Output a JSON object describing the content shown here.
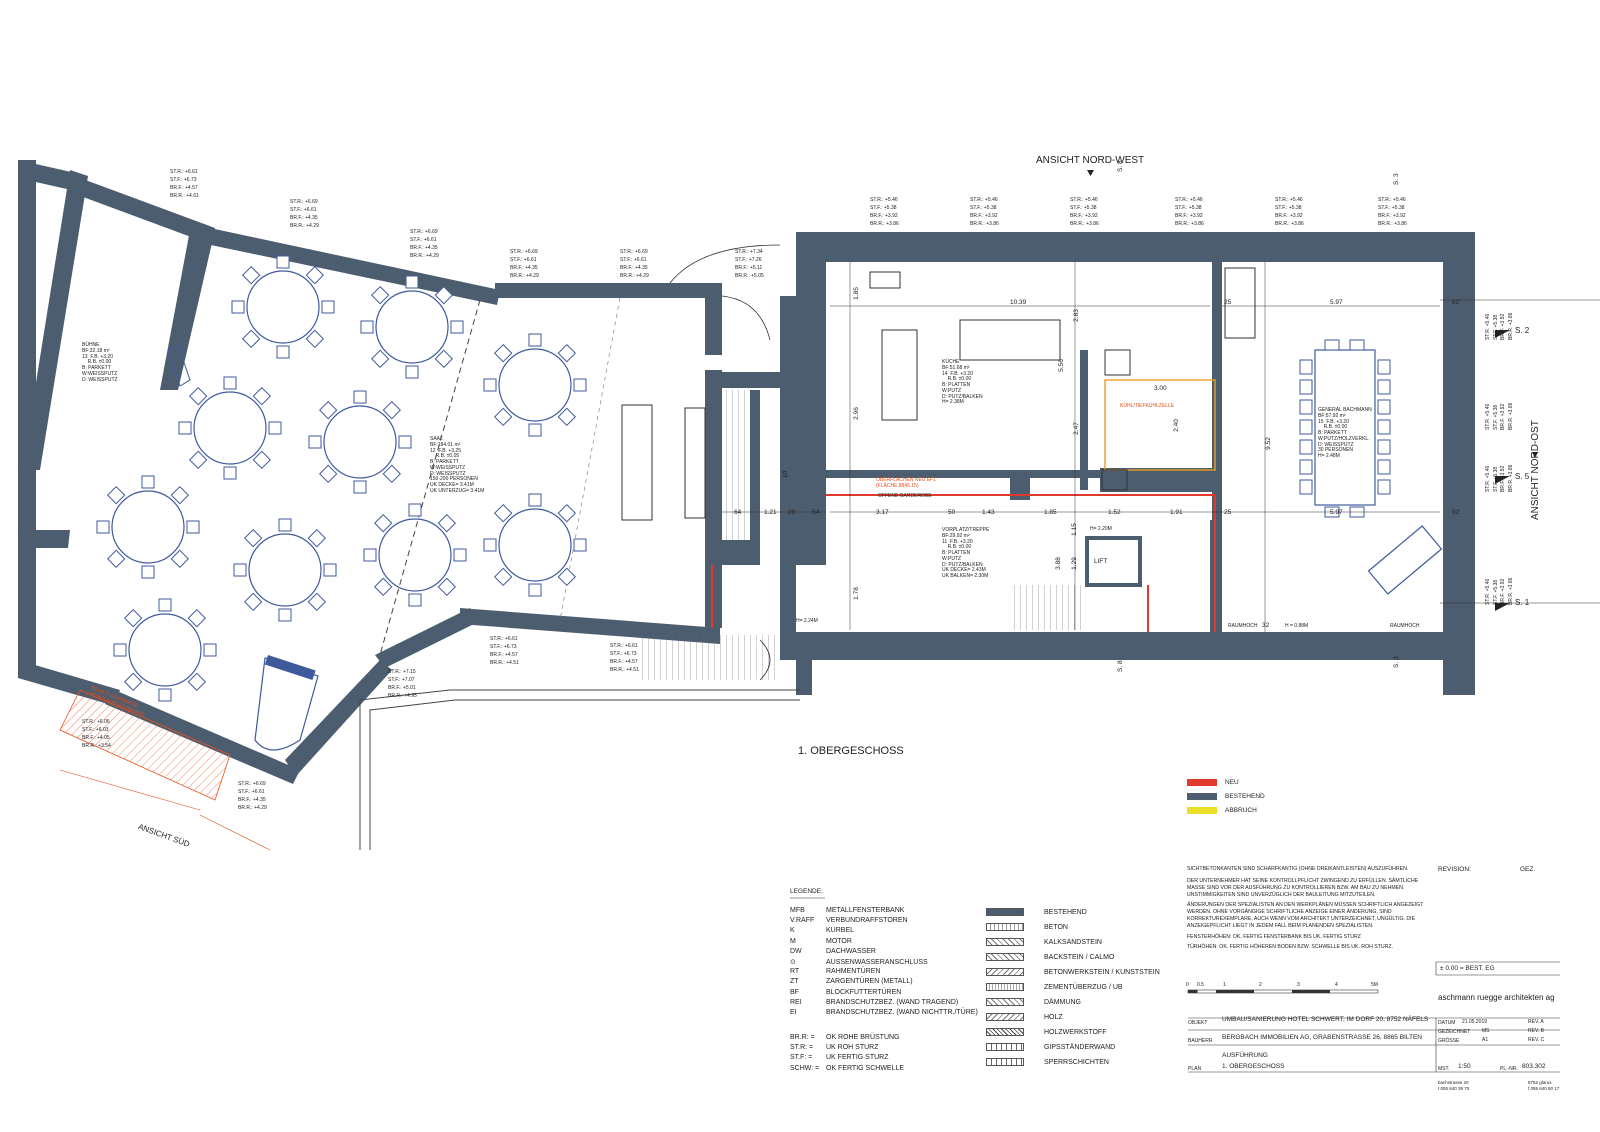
{
  "colors": {
    "bestehend": "#4d5d70",
    "neu": "#e03a2f",
    "abbruch": "#ecdf2a",
    "furniture": "#3f5a9c"
  },
  "plan_title": "1. OBERGESCHOSS",
  "views": {
    "nordwest": "ANSICHT NORD-WEST",
    "sued": "ANSICHT SÜD",
    "nordost": "ANSICHT NORD-OST"
  },
  "sections": {
    "s8_top": "S. 8",
    "s3_top": "S. 3",
    "s8_bot": "S. 8",
    "s3_bot": "S. 3",
    "s2": "S. 2",
    "s5": "S. 5",
    "s1": "S. 1",
    "s_stair": "S."
  },
  "rooms": {
    "buehne": {
      "name": "BÜHNE",
      "bf": "BF:32.18 m²",
      "nr": "13",
      "fb": "F.B. +3.20",
      "rb": "R.B. ±0.00",
      "b": "B: PARKETT",
      "w": "W:WEISSPUTZ",
      "d": "D: WEISSPUTZ"
    },
    "saal": {
      "name": "SAAL",
      "bf": "BF:184.01 m²",
      "nr": "12",
      "fb": "F.B. +3.25",
      "rb": "R.B. ±0.05",
      "b": "B: PARKETT",
      "w": "W:WEISSPUTZ",
      "d": "D: WEISSPUTZ",
      "p": "150-200 PERSONEN",
      "uk1": "UK DECKE= 3.41M",
      "uk2": "UK UNTERZUG= 3.41M"
    },
    "kueche": {
      "name": "KÜCHE",
      "bf": "BF:51.68 m²",
      "nr": "14",
      "fb": "F.B. +3.20",
      "rb": "R.B. ±0.00",
      "b": "B: PLATTEN",
      "w": "W:PUTZ",
      "d": "D: PUTZ/BALKEN",
      "h": "H= 2.38M"
    },
    "general": {
      "name": "GENERAL BACHMANN",
      "bf": "BF:57.92 m²",
      "nr": "15",
      "fb": "F.B. +3.20",
      "rb": "R.B. ±0.00",
      "b": "B: PARKETT",
      "w": "W:PUTZ/HOLZVERKL.",
      "d": "D: WEISSPUTZ",
      "p": "30 PERSONEN",
      "h": "H= 2.48M"
    },
    "vorplatz": {
      "name": "VORPLATZ/TREPPE",
      "bf": "BF:29.92 m²",
      "nr": "11",
      "fb": "F.B. +3.20",
      "rb": "R.B. ±0.00",
      "b": "B: PLATTEN",
      "w": "W:PUTZ",
      "d": "D: PUTZ/BALKEN",
      "uk1": "UK DECKE= 2.43M",
      "uk2": "UK BALKEN= 2.30M"
    },
    "lift": "LIFT",
    "garderobe": "OFFENE GARDEROBE",
    "kuehl": "KÜHL/TIEFKÜHLZELLE",
    "raumhoch1": "RAUMHOCH",
    "raumhoch2": "RAUMHOCH",
    "h_088": "H = 0.88M",
    "h_224": "H= 2.24M",
    "h_220": "H= 2.20M"
  },
  "orange_notes": {
    "ueberflaechen": "OBERFLÄCHEN NEU EF1",
    "bauflaeche": "(FLÄCHE 8845.15)",
    "fluchtwege": "NEUE FLUCHTWEGE",
    "treppe": "NEUER AUSSENTREPPE"
  },
  "dims": {
    "d1039": "10.39",
    "d597a": "5.97",
    "d597b": "5.97",
    "d25a": "25",
    "d25b": "25",
    "d300": "3.00",
    "d952": "9.52",
    "d185a": "1.85",
    "d283": "2.83",
    "d556": "5.56",
    "d296": "2.96",
    "d247": "2.47",
    "d64": "64",
    "d121": "1.21",
    "d28": "28",
    "d54": "54",
    "d317": "3.17",
    "d50": "50",
    "d143": "1.43",
    "d185b": "1.85",
    "d152": "1.52",
    "d191": "1.91",
    "d388": "3.88",
    "d129": "1.29",
    "d115": "1.15",
    "d178": "1.78",
    "d240": "2.40",
    "d82a": "82",
    "d82b": "82",
    "d32": "32"
  },
  "window_tags": [
    [
      "ST.R.: +6.61",
      "ST.F.: +6.73",
      "BR.F.: +4.57",
      "BR.R.: +4.61"
    ],
    [
      "ST.R.: +6.69",
      "ST.F.: +6.61",
      "BR.F.: +4.35",
      "BR.R.: +4.29"
    ],
    [
      "ST.R.: +6.69",
      "ST.F.: +6.61",
      "BR.F.: +4.35",
      "BR.R.: +4.29"
    ],
    [
      "ST.R.: +6.69",
      "ST.F.: +6.61",
      "BR.F.: +4.35",
      "BR.R.: +4.29"
    ],
    [
      "ST.R.: +6.69",
      "ST.F.: +6.61",
      "BR.F.: +4.35",
      "BR.R.: +4.29"
    ],
    [
      "ST.R.: +7.34",
      "ST.F.: +7.26",
      "BR.F.: +5.11",
      "BR.R.: +5.05"
    ],
    [
      "ST.R.: +5.46",
      "ST.F.: +5.38",
      "BR.F.: +3.92",
      "BR.R.: +3.86"
    ],
    [
      "ST.R.: +5.46",
      "ST.F.: +5.38",
      "BR.F.: +3.92",
      "BR.R.: +3.86"
    ],
    [
      "ST.R.: +5.46",
      "ST.F.: +5.38",
      "BR.F.: +3.92",
      "BR.R.: +3.86"
    ],
    [
      "ST.R.: +5.46",
      "ST.F.: +5.38",
      "BR.F.: +3.92",
      "BR.R.: +3.86"
    ],
    [
      "ST.R.: +5.46",
      "ST.F.: +5.38",
      "BR.F.: +3.92",
      "BR.R.: +3.86"
    ],
    [
      "ST.R.: +5.46",
      "ST.F.: +5.38",
      "BR.F.: +3.92",
      "BR.R.: +3.86"
    ],
    [
      "ST.R.: +6.61",
      "ST.F.: +6.73",
      "BR.F.: +4.57",
      "BR.R.: +4.51"
    ],
    [
      "ST.R.: +6.61",
      "ST.F.: +6.73",
      "BR.F.: +4.57",
      "BR.R.: +4.51"
    ],
    [
      "ST.R.: +7.15",
      "ST.F.: +7.07",
      "BR.F.: +5.01",
      "BR.R.: +4.95"
    ],
    [
      "ST.R.: +6.69",
      "ST.F.: +6.61",
      "BR.F.: +4.35",
      "BR.R.: +4.29"
    ],
    [
      "ST.R.: +6.06",
      "ST.F.: +6.03",
      "BR.F.: +4.05",
      "BR.R.: +3.54"
    ]
  ],
  "side_tags": [
    "ST.R. +5.46",
    "ST.F. +5.38",
    "BR.F. +3.92",
    "BR.R. +3.86"
  ],
  "status_legend": [
    {
      "label": "NEU",
      "color": "#e03a2f"
    },
    {
      "label": "BESTEHEND",
      "color": "#4d5d70"
    },
    {
      "label": "ABBRUCH",
      "color": "#ecdf2a"
    }
  ],
  "legend": {
    "title": "LEGENDE:",
    "items": [
      [
        "MFB",
        "METALLFENSTERBANK"
      ],
      [
        "V.RAFF",
        "VERBUNDRAFFSTOREN"
      ],
      [
        "K",
        "KURBEL"
      ],
      [
        "M",
        "MOTOR"
      ],
      [
        "DW",
        "DACHWASSER"
      ],
      [
        "⊙",
        "AUSSENWASSERANSCHLUSS"
      ],
      [
        "RT",
        "RAHMENTÜREN"
      ],
      [
        "ZT",
        "ZARGENTÜREN (METALL)"
      ],
      [
        "BF",
        "BLOCKFUTTERTÜREN"
      ],
      [
        "REI",
        "BRANDSCHUTZBEZ. (WAND TRAGEND)"
      ],
      [
        "EI",
        "BRANDSCHUTZBEZ. (WAND NICHTTR./TÜRE)"
      ]
    ],
    "items2": [
      [
        "BR.R: =",
        "OK ROHE BRÜSTUNG"
      ],
      [
        "ST.R: =",
        "UK ROH STURZ"
      ],
      [
        "ST.F: =",
        "UK FERTIG STURZ"
      ],
      [
        "SCHW: =",
        "OK FERTIG SCHWELLE"
      ]
    ],
    "materials": [
      "BESTEHEND",
      "BETON",
      "KALKSANDSTEIN",
      "BACKSTEIN / CALMO",
      "BETONWERKSTEIN / KUNSTSTEIN",
      "ZEMENTÜBERZUG / UB",
      "DÄMMUNG",
      "HOLZ",
      "HOLZWERKSTOFF",
      "GIPSSTÄNDERWAND",
      "SPERRSCHICHTEN"
    ]
  },
  "notes": [
    "SICHTBETONKANTEN SIND SCHARFKANTIG (OHNE DREIKANTLEISTEN) AUSZUFÜHREN.",
    "DER UNTERNEHMER HAT SEINE KONTROLLPFLICHT ZWINGEND ZU ERFÜLLEN. SÄMTLICHE MASSE SIND VOR DER AUSFÜHRUNG ZU KONTROLLIEREN BZW. AM BAU ZU NEHMEN. UNSTIMMIGKEITEN SIND UNVERZÜGLICH DER BAULEITUNG MITZUTEILEN.",
    "ÄNDERUNGEN DER SPEZIALISTEN AN DEN WERKPLÄNEN MÜSSEN SCHRIFTLICH ANGEZEIGT WERDEN. OHNE VORGÄNGIGE SCHRIFTLICHE ANZEIGE EINER ÄNDERUNG, SIND KORREKTUREXEMPLARE, AUCH WENN VOM ARCHITEKT UNTERZEICHNET, UNGÜLTIG. DIE ANZEIGEPFLICHT LIEGT IN JEDEM FALL BEIM PLANENDEN SPEZIALISTEN.",
    "FENSTERHÖHEN: OK. FERTIG FENSTERBANK BIS UK. FERTIG STURZ",
    "TÜRHÖHEN: OK. FERTIG HÖHEREN BODEN BZW. SCHWELLE BIS UK. ROH STURZ."
  ],
  "titleblock": {
    "revision": "REVISION:",
    "gez": "GEZ.",
    "level": "± 0.00 = BEST. EG",
    "scale_ticks": [
      "0",
      "0.5",
      "1",
      "2",
      "3",
      "4",
      "5M"
    ],
    "architect": "aschmann ruegge architekten ag",
    "objekt_label": "OBJEKT",
    "objekt": "UMBAU/SANIERUNG HOTEL SCHWERT, IM DORF 20, 8752 NÄFELS",
    "bauherr_label": "BAUHERR",
    "bauherr": "BERGBACH IMMOBILIEN AG, GRABENSTRASSE 26, 8865 BILTEN",
    "phase": "AUSFÜHRUNG",
    "plan_label": "PLAN",
    "plan": "1. OBERGESCHOSS",
    "datum_label": "DATUM",
    "datum": "21.05.2019",
    "rev_a": "REV. A",
    "gezeichnet_label": "GEZEICHNET",
    "gezeichnet": "MS",
    "rev_b": "REV. B",
    "groesse_label": "GRÖSSE",
    "groesse": "A1",
    "rev_c": "REV. C",
    "mst_label": "MST.",
    "mst": "1:50",
    "plnr_label": "PL.-NR.",
    "plnr": "803.302",
    "addr1": "bachstrasse 20",
    "addr2": "8752 glarus",
    "tel1": "t 055 640 39 70",
    "tel2": "f 055 640 50 17"
  }
}
